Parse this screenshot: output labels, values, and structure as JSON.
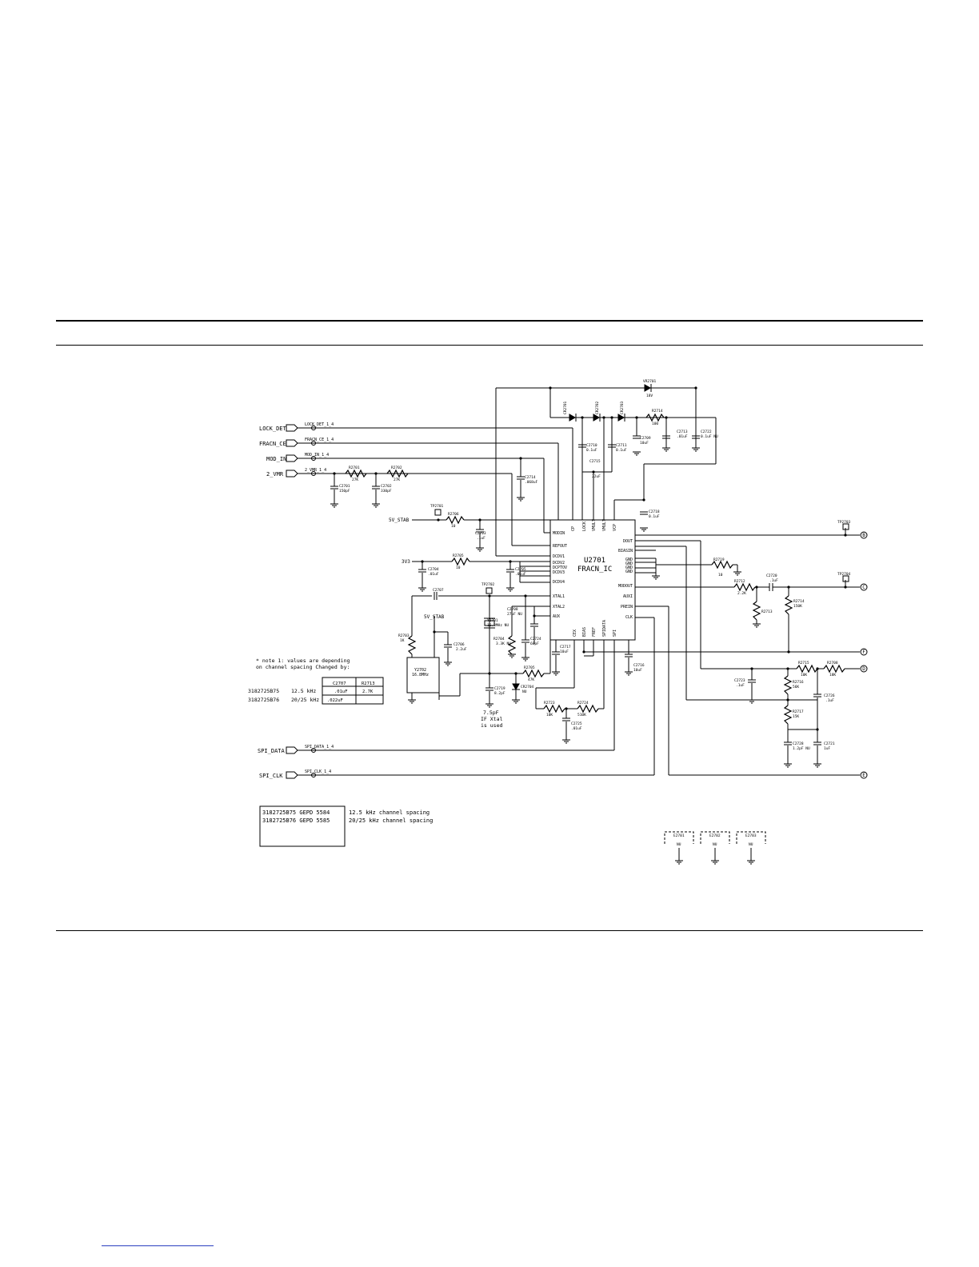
{
  "labels": {
    "ports": {
      "lock_det": "LOCK_DET",
      "fracn_ce": "FRACN_CE",
      "mod_in": "MOD_IN",
      "2_vmr": "2_VMR",
      "spi_data": "SPI_DATA",
      "spi_clk": "SPI_CLK"
    },
    "nets": {
      "lock_det_1_4": "LOCK_DET_1_4",
      "fracn_ce_1_4": "FRACN_CE_1_4",
      "mod_in_1_4": "MOD_IN_1_4",
      "2_vmr_1_4": "2_VMR_1_4",
      "spi_data_1_4": "SPI_DATA_1_4",
      "spi_clk_1_4": "SPI_CLK_1_4",
      "5v_stab": "5V_STAB",
      "5v_stab2": "5V_STAB",
      "3v3": "3V3"
    },
    "ic": {
      "ref": "U2701",
      "name": "FRACN_IC"
    },
    "ic_pins_left": [
      "MODIN",
      "REFOUT",
      "DCDV1",
      "DCDV2",
      "DCPTOV",
      "DCDV3",
      "DCDV4",
      "XTAL1",
      "XTAL2",
      "AUX"
    ],
    "ic_pins_right": [
      "DOUT",
      "BIASIN",
      "GND",
      "GND",
      "GND",
      "GND",
      "MODOUT",
      "AUXI",
      "PREIN",
      "CLK"
    ],
    "ic_pins_top": [
      "CP",
      "LOCK",
      "VMULT",
      "VMULT",
      "VCP"
    ],
    "ic_pins_bottom": [
      "CEX",
      "BIAS",
      "FREF",
      "SPIDATA",
      "SPI"
    ],
    "components": {
      "cr2701": "VR2701",
      "cr2701_val": "18V",
      "d2701": "CR2701",
      "d2702": "CR2702",
      "d2703": "CR2703",
      "r2714": "R2714",
      "r2714_val": "100",
      "c2709": "C2709",
      "c2709_val": "10uF",
      "c2713": "C2713",
      "c2713_val": ".01uF",
      "c2712a": "C2722",
      "c2712a_val": "0.1uF NU",
      "c2710": "C2710",
      "c2710_val": "0.1uF",
      "c2711": "C2711",
      "c2711_val": "0.1uF",
      "c2715": "C2715",
      "c2715_val": "22uF",
      "r2701": "R2701",
      "r2701_val": "27K",
      "r2702": "R2702",
      "r2702_val": "27K",
      "c2701": "C2701",
      "c2701_val": "150pF",
      "c2702": "C2702",
      "c2702_val": "330pF",
      "c2714": "C2714",
      "c2714_val": ".068uF",
      "c2718": "C2718",
      "c2718_val": "0.1uF",
      "tp2701": "TP2701",
      "r2706": "R2706",
      "r2706_val": "10",
      "c2703": "C2703",
      "c2703_val": ".1uF",
      "r2705": "R2705",
      "r2705_val": "10",
      "c2704": "C2704",
      "c2704_val": ".01uF",
      "c2705": "C2705",
      "c2705_val": ".01uF",
      "c2707": "C2707",
      "tp2702": "TP2702",
      "c2708": "C2708",
      "c2708_val": "27uF NU",
      "y2701": "Y2701",
      "y2701_val": "16.8MHz NU",
      "r2703": "R2703",
      "r2703_val": "1K",
      "c2706": "C2706",
      "c2706_val": "2.2uF",
      "y2702": "Y2702",
      "y2702_val": "16.8MHz",
      "r2704": "R2704",
      "r2704_val": "3.3K NU",
      "c2724": "C2724",
      "c2724_val": "68pF",
      "c2717": "C2717",
      "c2717_val": "10uF",
      "r2705b": "R2705",
      "r2705b_val": "47K",
      "c2719": "C2719",
      "c2719_val": "8.2pF",
      "cr2704": "CR2704",
      "cr2704_val": "NU",
      "r2723": "R2723",
      "r2723_val": "10K",
      "r2724": "R2724",
      "r2724_val": "510K",
      "c2725": "C2725",
      "c2725_val": ".01uF",
      "c2716": "C2716",
      "c2716_val": "10uF",
      "r2719": "R2719",
      "r2719_val": "10",
      "r2712": "R2712",
      "r2712_val": "2.2K",
      "c2720": "C2720",
      "c2720_val": ".1uF",
      "r2713": "R2713",
      "r2714b": "R2714",
      "r2714b_val": "150K",
      "tp2703": "TP2703",
      "tp2704": "TP2704",
      "r2715": "R2715",
      "r2715_val": "10K",
      "r2708": "R2708",
      "r2708_val": "18K",
      "r2716": "R2716",
      "r2716_val": "56K",
      "c2723": "C2723",
      "c2723_val": ".1uF",
      "c2726": "C2726",
      "c2726_val": ".1uF",
      "r2717": "R2717",
      "r2717_val": "15K",
      "c2728": "C2728",
      "c2728_val": "1.2pF NU",
      "c2721": "C2721",
      "c2721_val": "1uF",
      "e2701": "E2701",
      "e2702": "E2702",
      "e2703": "E2703",
      "nu": "NU"
    },
    "connectors": {
      "b": "B",
      "c": "C",
      "f": "F",
      "d": "D",
      "e": "E"
    },
    "xtal_note": [
      "7.5pF",
      "IF Xtal",
      "is used"
    ]
  },
  "notes": {
    "note1": [
      "* note 1: values are depending",
      "on channel spacing Changed by:"
    ],
    "table_headers": [
      "C2707",
      "R2713"
    ],
    "table_rows": [
      {
        "part": "3182725B75",
        "spacing": "12.5 kHz",
        "c2707": ".01uF",
        "r2713": "2.7K"
      },
      {
        "part": "3182725B76",
        "spacing": "20/25 kHz",
        "c2707": ".022uF",
        "r2713": ""
      }
    ],
    "box_lines": [
      "3182725B75  GEPD 5584",
      "3182725B76  GEPD 5585"
    ],
    "box_desc": [
      "12.5 kHz channel spacing",
      "20/25 kHz channel spacing"
    ]
  }
}
